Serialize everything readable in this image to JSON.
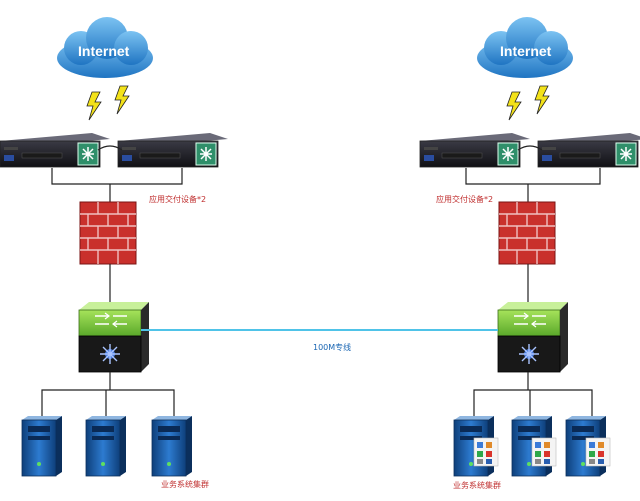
{
  "left_site": {
    "cloud_label": "Internet",
    "adc_label": "应用交付设备*2",
    "cluster_label": "业务系统集群"
  },
  "right_site": {
    "cloud_label": "Internet",
    "adc_label": "应用交付设备*2",
    "cluster_label": "业务系统集群"
  },
  "link_label": "100M专线",
  "colors": {
    "cloud": "#2f8fd8",
    "lightning": "#f3e21a",
    "firewall": "#c9302c",
    "switch_top": "#7fcf3c",
    "switch_body": "#1a1a1a",
    "server": "#1c5fa8",
    "link_line": "#4fc3e8",
    "label_red": "#c03030"
  },
  "icons": [
    "cloud-icon",
    "lightning-icon",
    "adc-appliance-icon",
    "firewall-icon",
    "core-switch-icon",
    "server-icon"
  ]
}
